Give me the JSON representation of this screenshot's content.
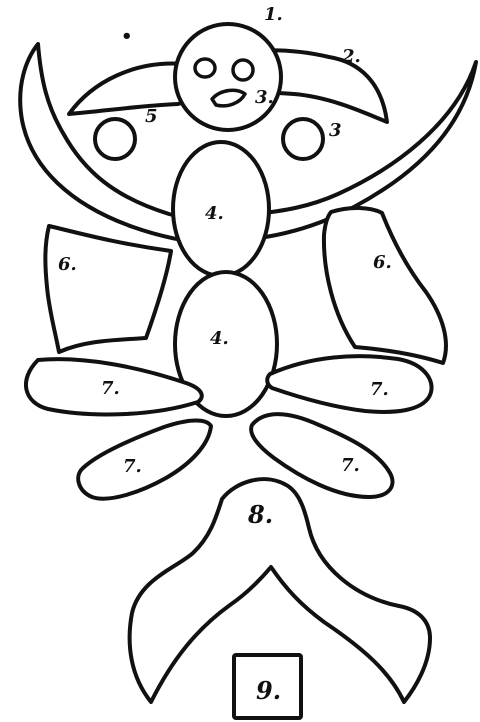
{
  "labels": {
    "head": "1.",
    "left_wing_dot": "•",
    "right_wing": "2.",
    "beak": "3.",
    "left_eye_mark": "5",
    "right_eye_mark": "3",
    "upper_body": "4.",
    "lower_body": "4.",
    "left_side_piece": "6.",
    "right_side_piece": "6.",
    "left_upper_leaf": "7.",
    "right_upper_leaf": "7.",
    "left_lower_leaf": "7.",
    "right_lower_leaf": "7.",
    "tail": "8.",
    "box": "9."
  },
  "colors": {
    "stroke": "#111111",
    "fill": "#ffffff"
  }
}
